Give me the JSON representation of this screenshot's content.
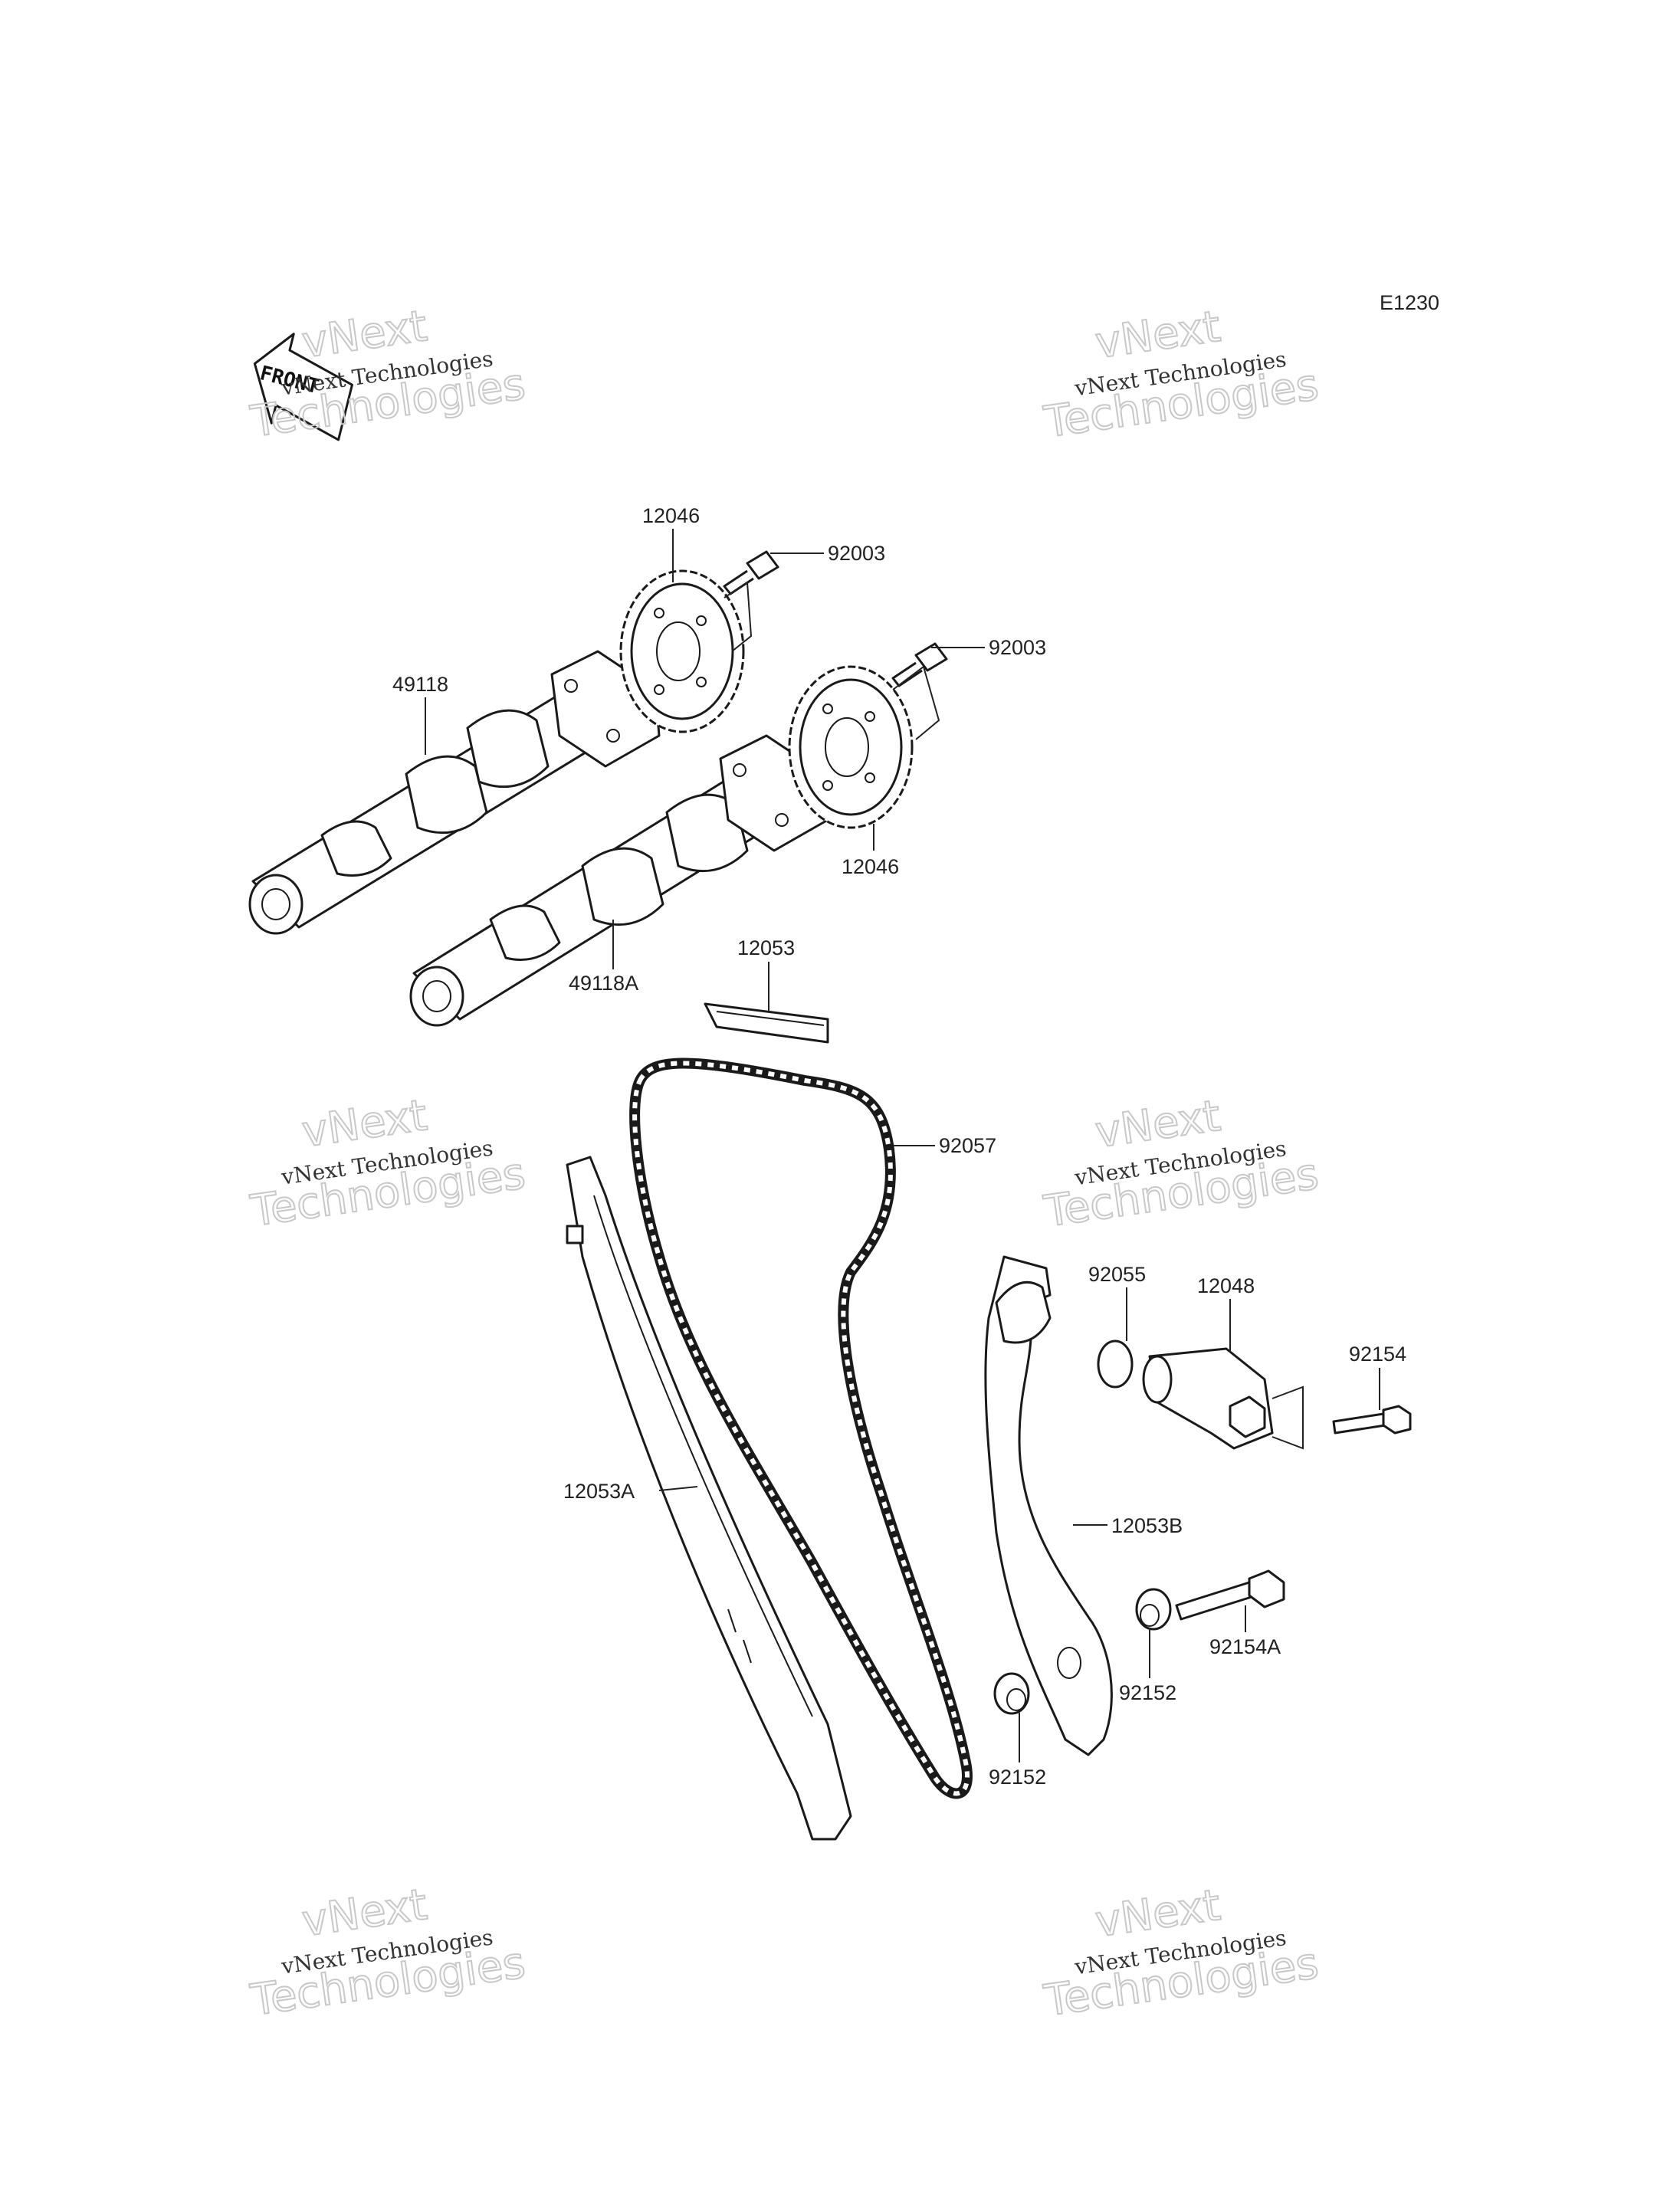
{
  "diagram_code": "E1230",
  "front_marker": "FRONT",
  "watermarks": [
    {
      "line1": "vNext Technologies",
      "line2": "vNext",
      "line3": "Technologies"
    },
    {
      "line1": "vNext Technologies",
      "line2": "vNext",
      "line3": "Technologies"
    },
    {
      "line1": "vNext Technologies",
      "line2": "vNext",
      "line3": "Technologies"
    },
    {
      "line1": "vNext Technologies",
      "line2": "vNext",
      "line3": "Technologies"
    },
    {
      "line1": "vNext Technologies",
      "line2": "vNext",
      "line3": "Technologies"
    },
    {
      "line1": "vNext Technologies",
      "line2": "vNext",
      "line3": "Technologies"
    }
  ],
  "parts": {
    "sprocket_upper": "12046",
    "bolt_upper": "92003",
    "bolt_lower": "92003",
    "camshaft_upper": "49118",
    "sprocket_lower": "12046",
    "camshaft_lower": "49118A",
    "guide_top": "12053",
    "chain": "92057",
    "o_ring": "92055",
    "tensioner": "12048",
    "tensioner_bolt": "92154",
    "guide_left": "12053A",
    "guide_right": "12053B",
    "pivot_bolt": "92154A",
    "washer_upper": "92152",
    "washer_lower": "92152"
  }
}
